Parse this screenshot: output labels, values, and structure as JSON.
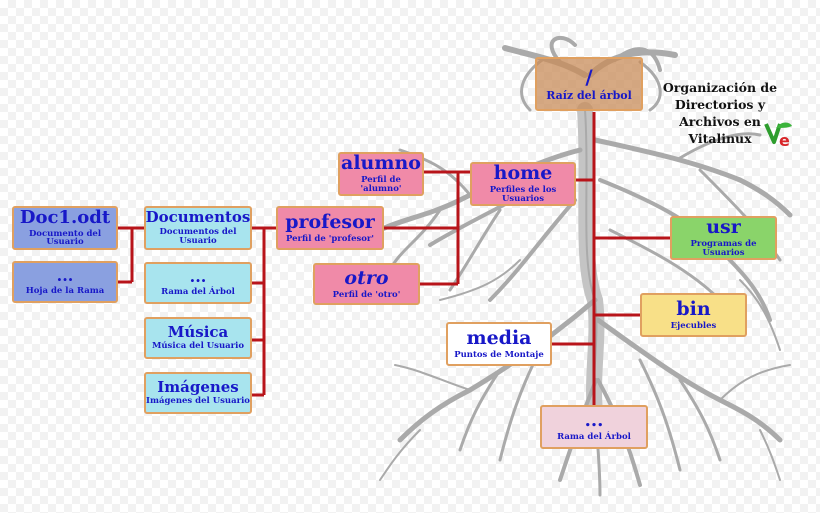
{
  "title": "Organización de Directorios y Archivos en Vitalinux",
  "nodes": {
    "root": {
      "title": "/",
      "subtitle": "Raíz del árbol"
    },
    "home": {
      "title": "home",
      "subtitle": "Perfiles de los Usuarios"
    },
    "usr": {
      "title": "usr",
      "subtitle": "Programas de Usuarios"
    },
    "bin": {
      "title": "bin",
      "subtitle": "Ejecubles"
    },
    "media": {
      "title": "media",
      "subtitle": "Puntos de Montaje"
    },
    "rama_root": {
      "title": "...",
      "subtitle": "Rama del Árbol"
    },
    "alumno": {
      "title": "alumno",
      "subtitle": "Perfil de 'alumno'"
    },
    "profesor": {
      "title": "profesor",
      "subtitle": "Perfil de 'profesor'"
    },
    "otro": {
      "title": "otro",
      "subtitle": "Perfil de 'otro'"
    },
    "documentos": {
      "title": "Documentos",
      "subtitle": "Documentos del Usuario"
    },
    "rama_prof": {
      "title": "...",
      "subtitle": "Rama del Árbol"
    },
    "musica": {
      "title": "Música",
      "subtitle": "Música del Usuario"
    },
    "imagenes": {
      "title": "Imágenes",
      "subtitle": "Imágenes del Usuario"
    },
    "doc1": {
      "title": "Doc1.odt",
      "subtitle": "Documento del Usuario"
    },
    "hoja": {
      "title": "...",
      "subtitle": "Hoja de la Rama"
    }
  },
  "colors": {
    "connector": "#b8141a",
    "node_border": "#e0a060",
    "text": "#1818c8",
    "tree": "#b0b0b0"
  },
  "logo_icon": "vitalinux-logo-icon"
}
